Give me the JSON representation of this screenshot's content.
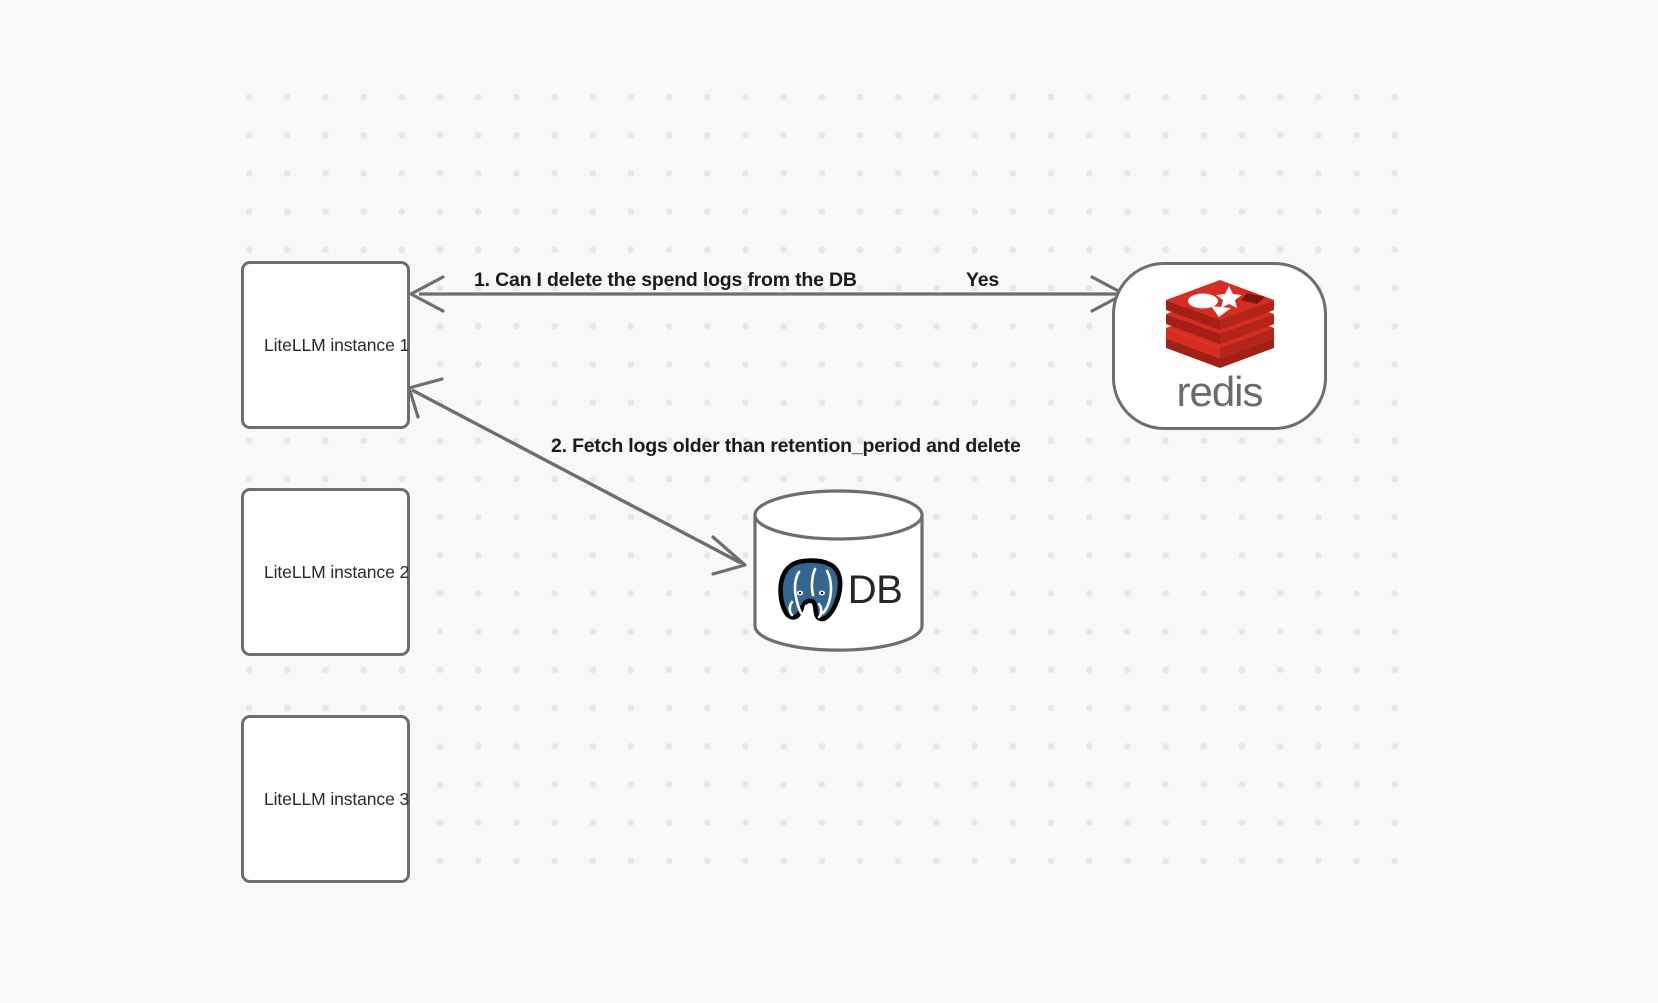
{
  "canvas": {
    "background_color": "#f8f8f8",
    "dot_color": "#e7e7e7"
  },
  "nodes": [
    {
      "id": "instance-1",
      "label": "LiteLLM instance 1",
      "type": "box"
    },
    {
      "id": "instance-2",
      "label": "LiteLLM instance 2",
      "type": "box"
    },
    {
      "id": "instance-3",
      "label": "LiteLLM instance 3",
      "type": "box"
    },
    {
      "id": "redis",
      "label": "redis",
      "type": "rounded-node",
      "logo": "redis-logo"
    },
    {
      "id": "db",
      "label": "DB",
      "type": "cylinder",
      "logo": "postgresql-elephant-logo"
    }
  ],
  "edges": [
    {
      "id": "edge-1",
      "from": "instance-1",
      "to": "redis",
      "label": "1.  Can I delete the spend logs from the DB",
      "reply_label": "Yes",
      "direction": "bidirectional",
      "color": "#6e6e6e"
    },
    {
      "id": "edge-2",
      "from": "instance-1",
      "to": "db",
      "label": "2.  Fetch logs older than retention_period and delete",
      "direction": "bidirectional",
      "color": "#6e6e6e"
    }
  ],
  "redis": {
    "wordmark": "redis",
    "logo_color": "#d82c20",
    "logo_dark_color": "#a32017",
    "wordmark_color": "#6b6b6b"
  },
  "db": {
    "text": "DB",
    "elephant_color": "#336791",
    "outline_color": "#6e6e6e"
  }
}
